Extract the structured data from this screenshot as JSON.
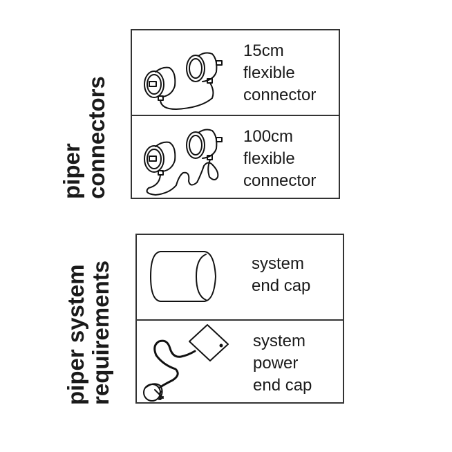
{
  "sections": [
    {
      "heading_lines": [
        "piper",
        "connectors"
      ],
      "items": [
        {
          "icon": "short-cable-connector-icon",
          "label_lines": [
            "15cm",
            "flexible",
            "connector"
          ]
        },
        {
          "icon": "long-cable-connector-icon",
          "label_lines": [
            "100cm",
            "flexible",
            "connector"
          ]
        }
      ]
    },
    {
      "heading_lines": [
        "piper system",
        "requirements"
      ],
      "items": [
        {
          "icon": "end-cap-icon",
          "label_lines": [
            "system",
            "end cap"
          ]
        },
        {
          "icon": "power-end-cap-icon",
          "label_lines": [
            "system",
            "power",
            "end cap"
          ]
        }
      ]
    }
  ]
}
